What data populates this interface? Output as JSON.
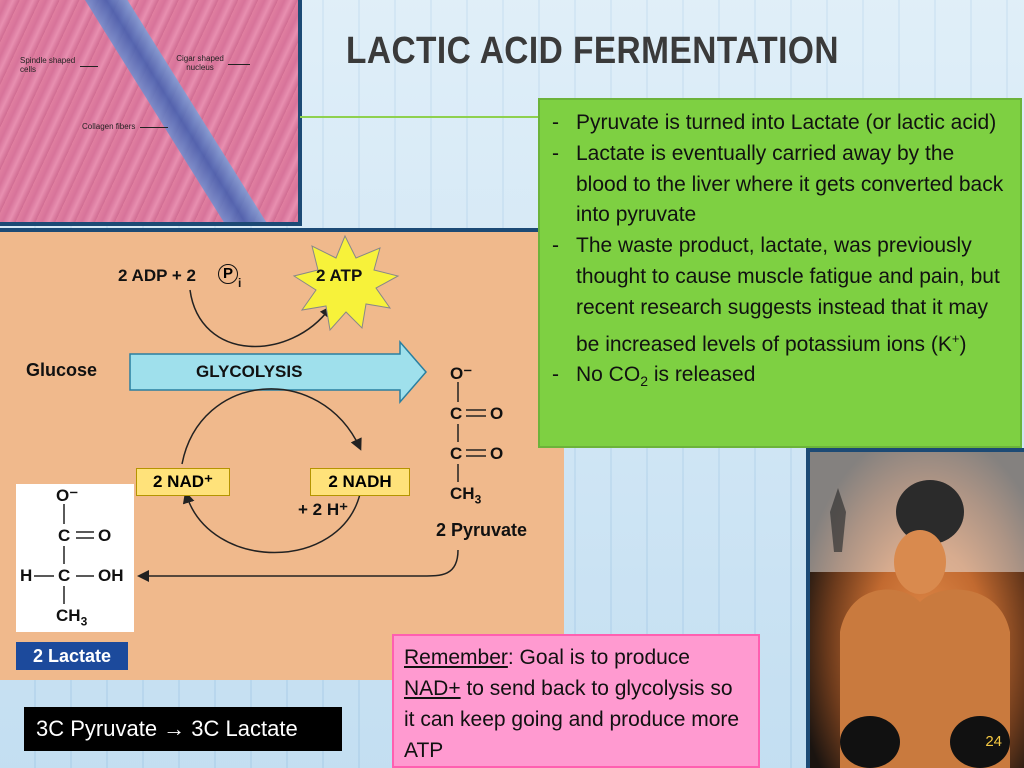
{
  "title": "LACTIC ACID FERMENTATION",
  "histology": {
    "label_spindle": "Spindle shaped cells",
    "label_cigar": "Cigar shaped nucleus",
    "label_collagen": "Collagen fibers"
  },
  "diagram": {
    "adp": "2 ADP + 2",
    "pi_circle": "P",
    "pi_sub": "i",
    "atp": "2 ATP",
    "glucose": "Glucose",
    "glycolysis": "GLYCOLYSIS",
    "nad": "2 NAD⁺",
    "nadh": "2 NADH",
    "h_plus": "+ 2 H⁺",
    "pyruvate_label": "2 Pyruvate",
    "lactate_label": "2 Lactate",
    "pyruvate_struct": {
      "o_minus": "O⁻",
      "c1": "C",
      "o1": "O",
      "c2": "C",
      "o2": "O",
      "ch3": "CH",
      "ch3_sub": "3"
    },
    "lactate_struct": {
      "o_minus": "O⁻",
      "c1": "C",
      "o1": "O",
      "h": "H",
      "c2": "C",
      "oh": "OH",
      "ch3": "CH",
      "ch3_sub": "3"
    }
  },
  "points": {
    "p1": "Pyruvate is turned into Lactate (or lactic acid)",
    "p2": "Lactate is eventually carried away by the blood to the liver where it gets converted back into pyruvate",
    "p3_pre": "The waste product, lactate, was previously thought to cause muscle fatigue and pain, but recent research suggests instead that it may be increased levels of potassium ions (K",
    "p3_sup": "+",
    "p3_post": ")",
    "p4_pre": "No CO",
    "p4_sub": "2",
    "p4_post": " is released",
    "dash": "-"
  },
  "remember": {
    "label": "Remember",
    "colon": ":",
    "text1": " Goal is to produce",
    "nad": "NAD+",
    "text2": " to send back to glycolysis so it can keep going and produce more ATP"
  },
  "conversion": "3C Pyruvate → 3C Lactate",
  "page_number": "24",
  "colors": {
    "green_box": "#7ed042",
    "pink_box": "#ff9ad0",
    "diagram_bg": "#f0b98c",
    "yellow": "#ffe27a"
  }
}
